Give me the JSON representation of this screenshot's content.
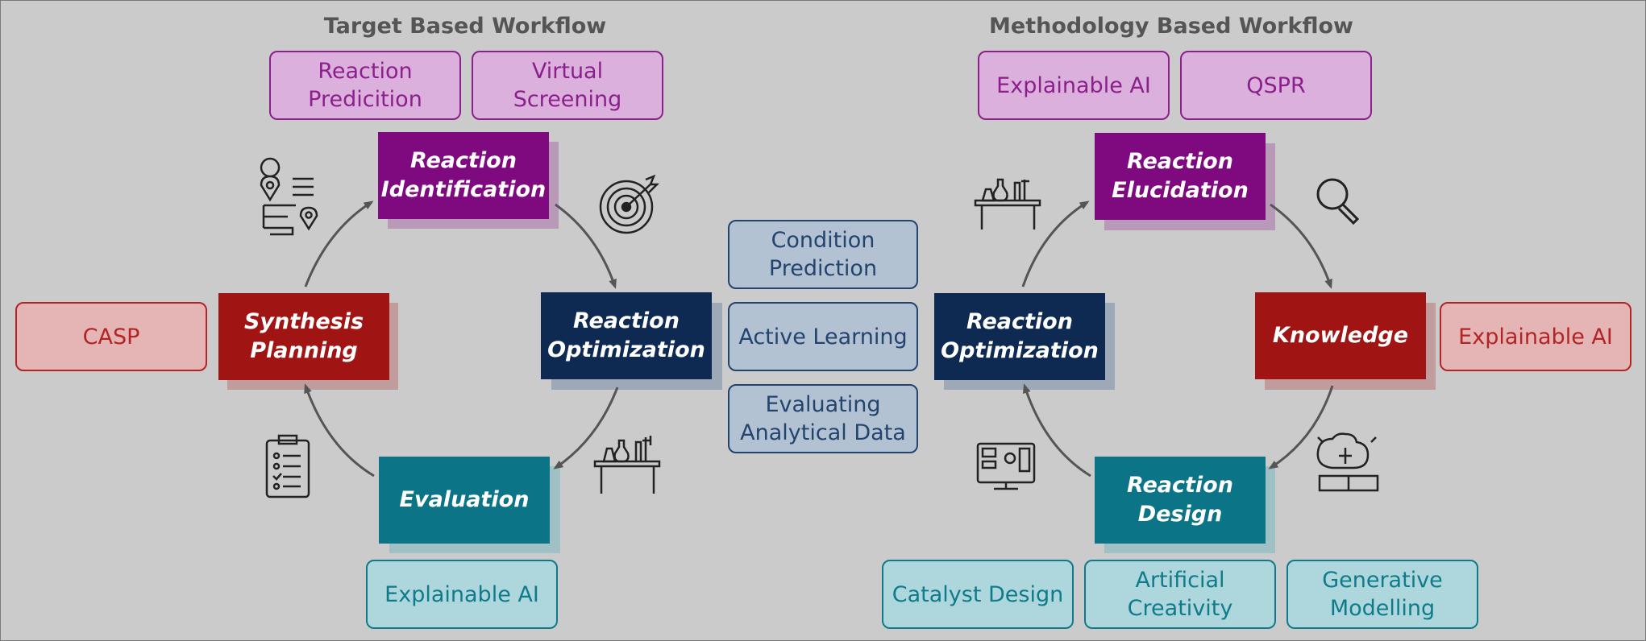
{
  "titles": {
    "target": "Target Based Workflow",
    "methodology": "Methodology Based Workflow"
  },
  "nodes": {
    "reaction_identification": "Reaction\nIdentification",
    "reaction_optimization_left": "Reaction\nOptimization",
    "evaluation": "Evaluation",
    "synthesis_planning": "Synthesis\nPlanning",
    "reaction_elucidation": "Reaction\nElucidation",
    "knowledge": "Knowledge",
    "reaction_design": "Reaction\nDesign",
    "reaction_optimization_right": "Reaction\nOptimization"
  },
  "tags": {
    "reaction_prediction": "Reaction\nPredicition",
    "virtual_screening": "Virtual\nScreening",
    "casp": "CASP",
    "explainable_ai_left_bottom": "Explainable AI",
    "condition_prediction": "Condition\nPrediction",
    "active_learning": "Active Learning",
    "evaluating_analytical_data": "Evaluating\nAnalytical Data",
    "explainable_ai_right_top": "Explainable AI",
    "qspr": "QSPR",
    "explainable_ai_right": "Explainable AI",
    "catalyst_design": "Catalyst Design",
    "artificial_creativity": "Artificial\nCreativity",
    "generative_modelling": "Generative\nModelling"
  },
  "icons": [
    "map-route-icon",
    "target-icon",
    "lab-bench-icon",
    "clipboard-checklist-icon",
    "lab-bench-icon",
    "magnifier-icon",
    "brain-book-icon",
    "monitor-dashboard-icon"
  ],
  "colors": {
    "background": "#cbcbcb",
    "purple": "#7f0a7f",
    "navy": "#0f2a52",
    "red": "#a01414",
    "teal": "#0b7487",
    "arrow": "#555555"
  }
}
